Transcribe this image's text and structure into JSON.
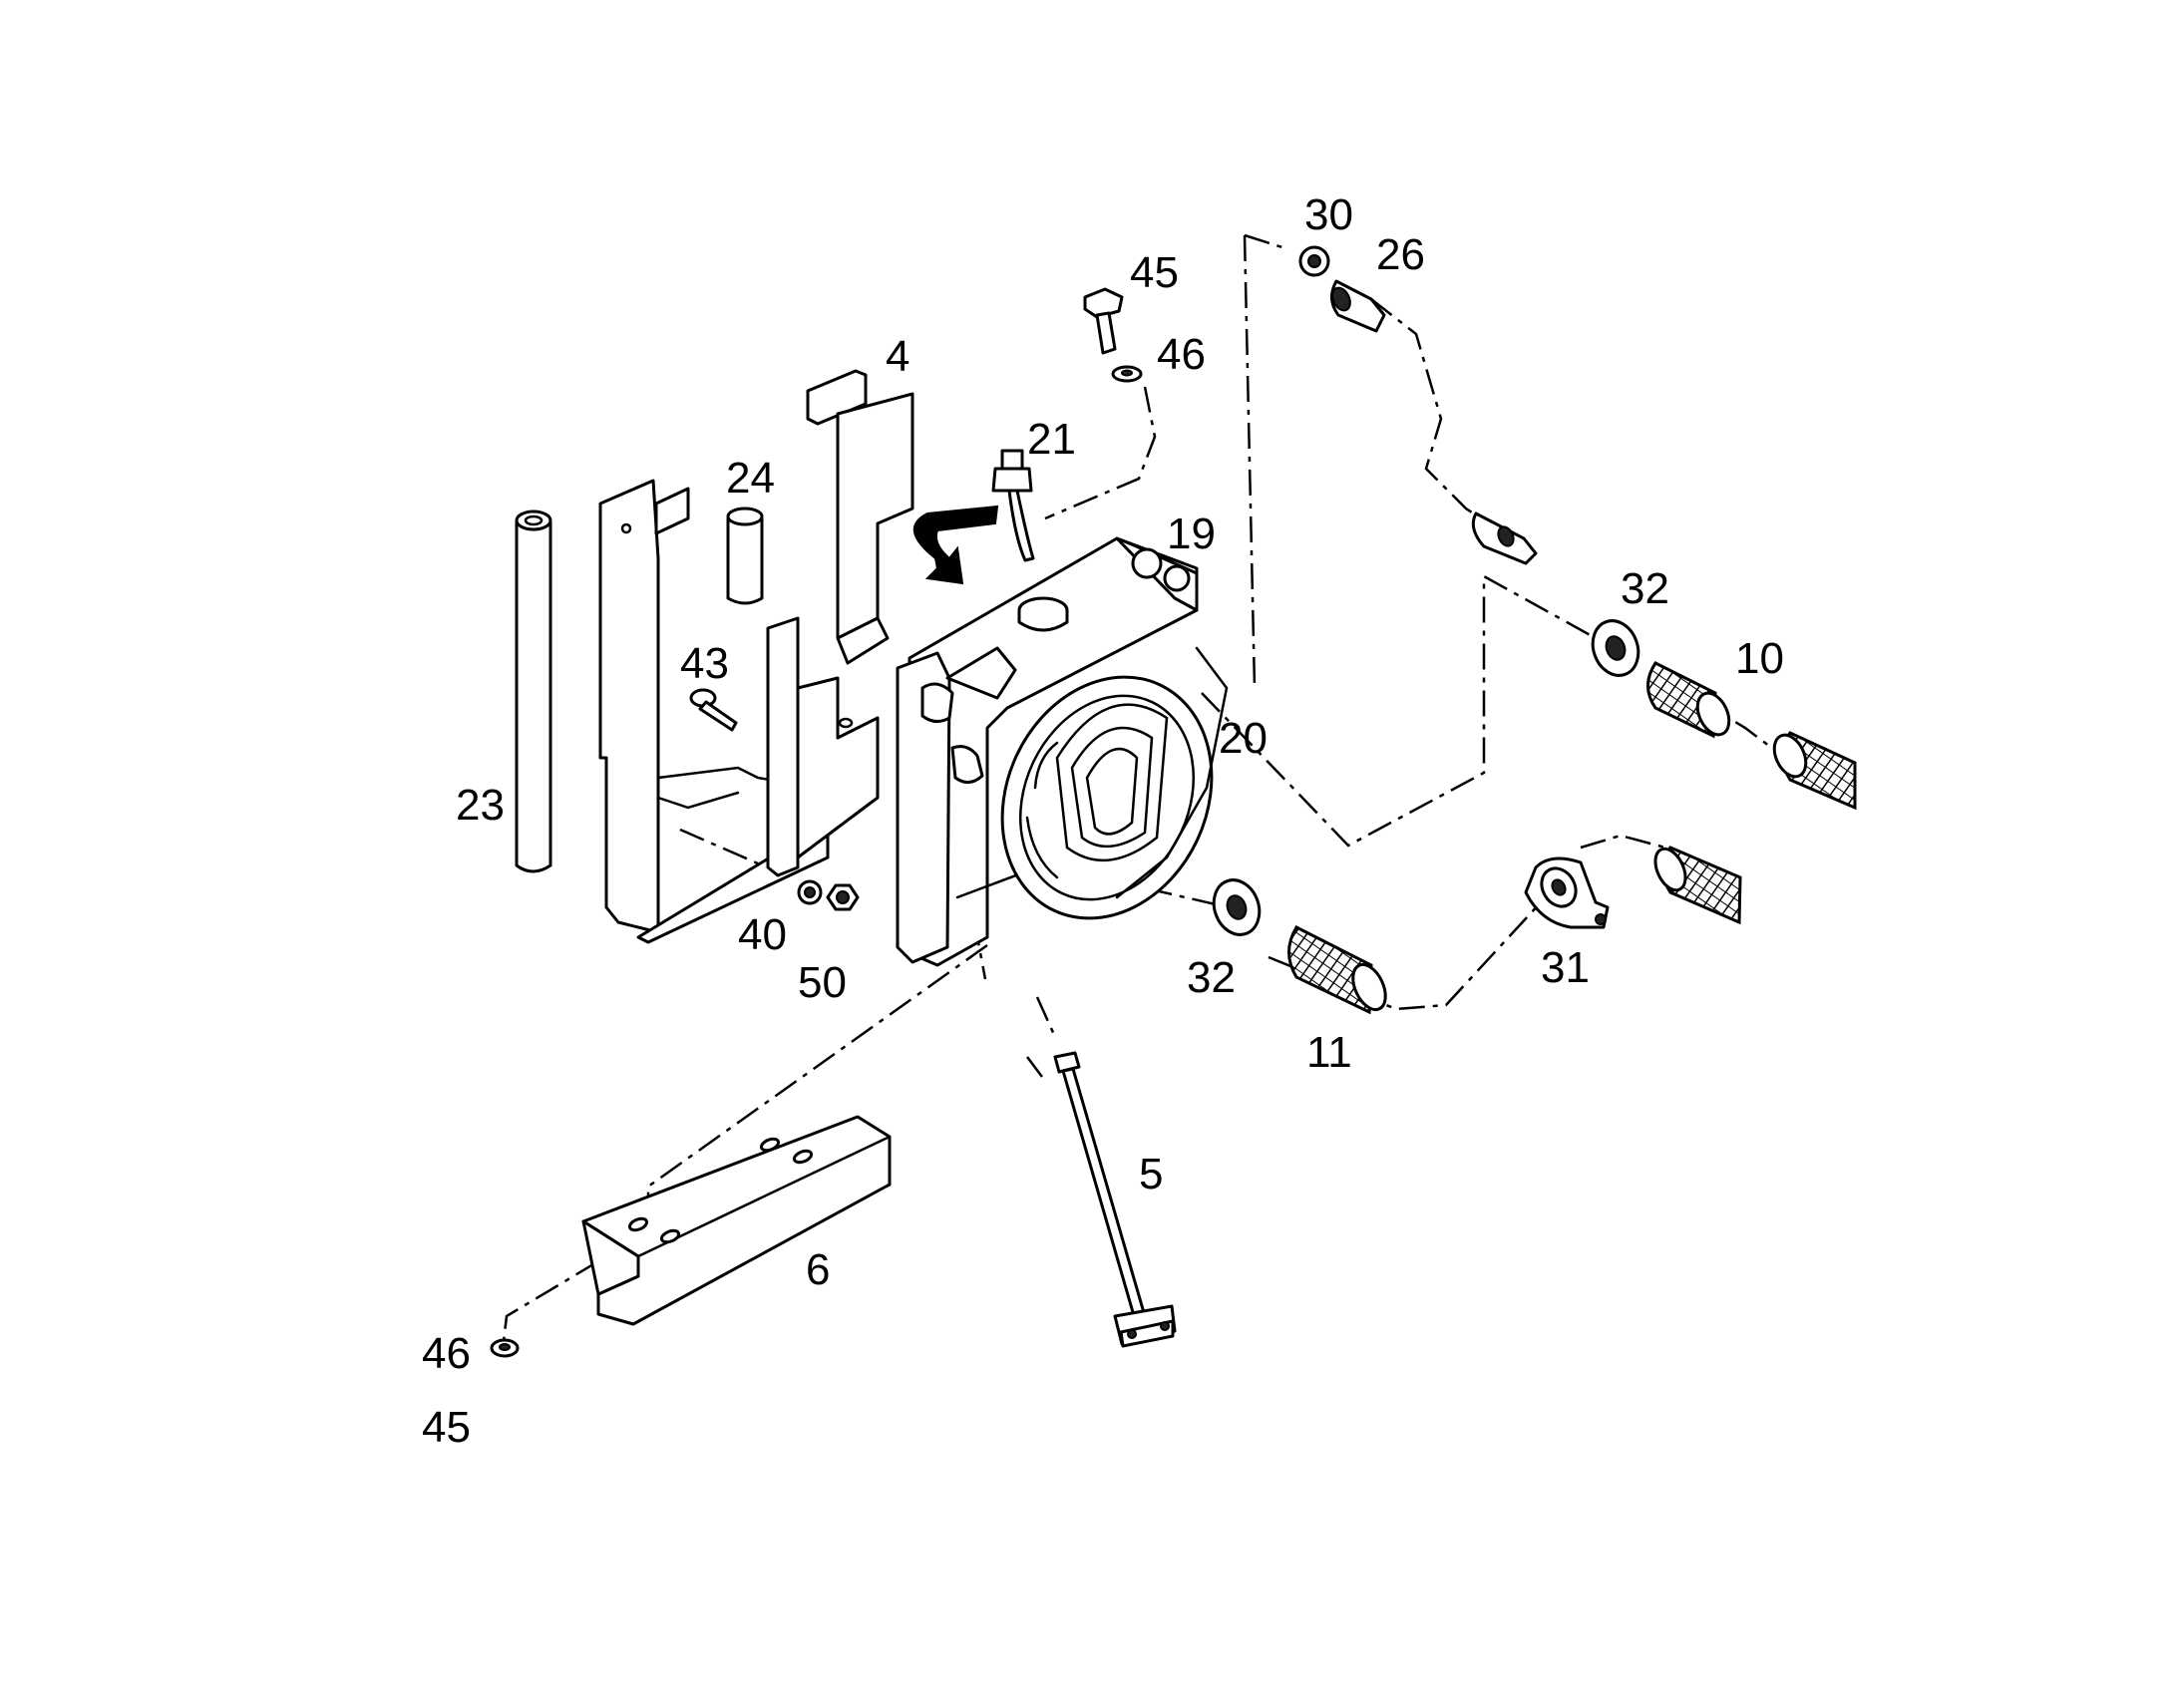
{
  "diagram": {
    "callouts": [
      {
        "id": "c45a",
        "text": "45"
      },
      {
        "id": "c46a",
        "text": "46"
      },
      {
        "id": "c4",
        "text": "4"
      },
      {
        "id": "c21",
        "text": "21"
      },
      {
        "id": "c24",
        "text": "24"
      },
      {
        "id": "c19",
        "text": "19"
      },
      {
        "id": "c30",
        "text": "30"
      },
      {
        "id": "c26",
        "text": "26"
      },
      {
        "id": "c32a",
        "text": "32"
      },
      {
        "id": "c10",
        "text": "10"
      },
      {
        "id": "c43",
        "text": "43"
      },
      {
        "id": "c20",
        "text": "20"
      },
      {
        "id": "c23",
        "text": "23"
      },
      {
        "id": "c40",
        "text": "40"
      },
      {
        "id": "c50",
        "text": "50"
      },
      {
        "id": "c32b",
        "text": "32"
      },
      {
        "id": "c31",
        "text": "31"
      },
      {
        "id": "c11",
        "text": "11"
      },
      {
        "id": "c5",
        "text": "5"
      },
      {
        "id": "c6",
        "text": "6"
      },
      {
        "id": "c46b",
        "text": "46"
      },
      {
        "id": "c45b",
        "text": "45"
      }
    ]
  }
}
